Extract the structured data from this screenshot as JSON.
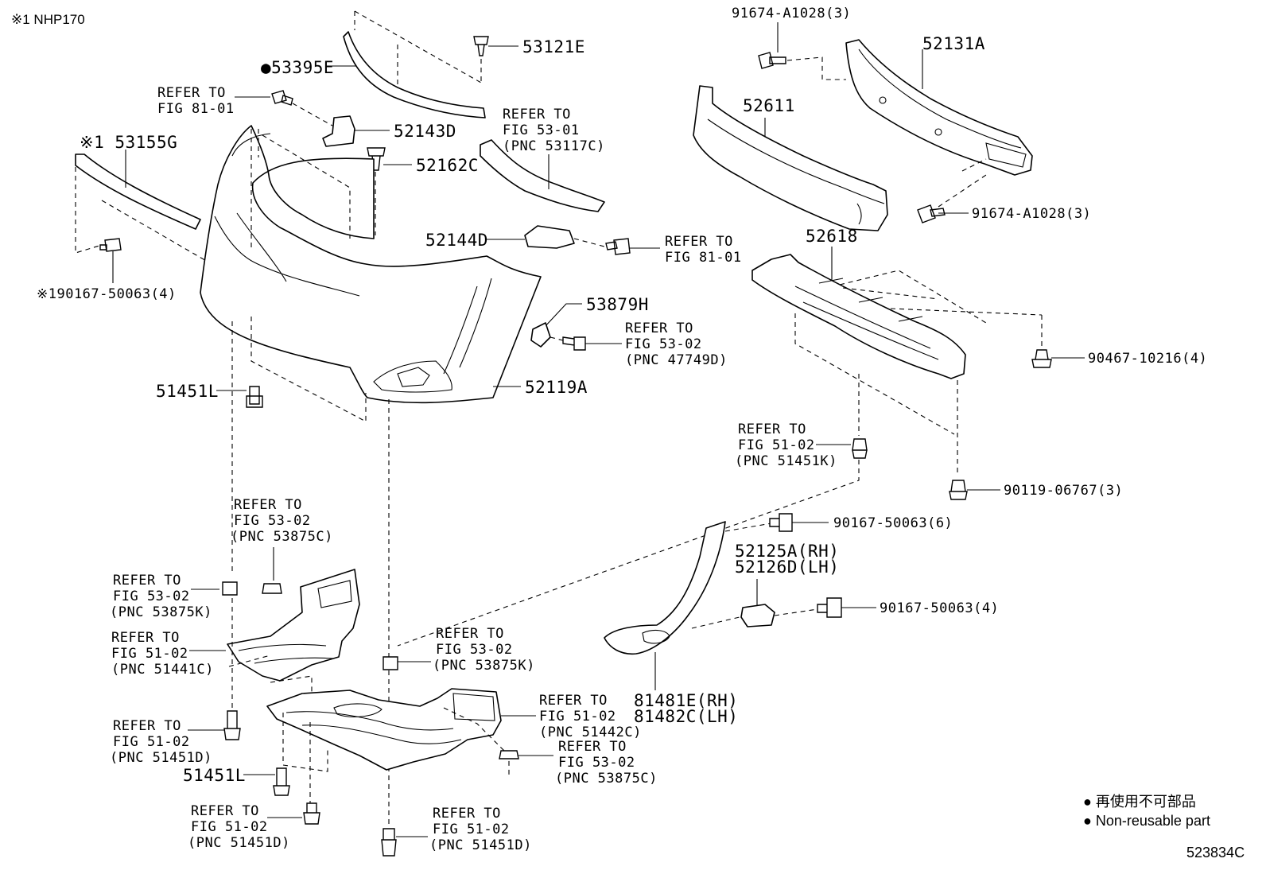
{
  "header": {
    "note": "※1 NHP170"
  },
  "labels": {
    "p53121e": "53121E",
    "p53395e": "●53395E",
    "r_fig8101_a1": "REFER TO",
    "r_fig8101_a2": "FIG 81-01",
    "p52143d": "52143D",
    "p53155g": "※1 53155G",
    "p52162c": "52162C",
    "r_fig5301_1": "REFER TO",
    "r_fig5301_2": "FIG 53-01",
    "r_fig5301_3": "(PNC 53117C)",
    "p90167_4a": "※190167-50063(4)",
    "p52144d": "52144D",
    "r_fig8101_b1": "REFER TO",
    "r_fig8101_b2": "FIG 81-01",
    "p53879h": "53879H",
    "r_47749_1": "REFER TO",
    "r_47749_2": "FIG 53-02",
    "r_47749_3": "(PNC 47749D)",
    "p51451l_a": "51451L",
    "p52119a": "52119A",
    "p91674_top": "91674-A1028(3)",
    "p52131a": "52131A",
    "p52611": "52611",
    "p91674_bot": "91674-A1028(3)",
    "p52618": "52618",
    "p90467": "90467-10216(4)",
    "r_51451k_1": "REFER TO",
    "r_51451k_2": "FIG 51-02",
    "r_51451k_3": "(PNC 51451K)",
    "p90119": "90119-06767(3)",
    "p90167_6": "90167-50063(6)",
    "p52125a": "52125A(RH)",
    "p52126d": "52126D(LH)",
    "p90167_4b": "90167-50063(4)",
    "p81481e": "81481E(RH)",
    "p81482c": "81482C(LH)",
    "r_53875c_top1": "REFER TO",
    "r_53875c_top2": "FIG 53-02",
    "r_53875c_top3": "(PNC 53875C)",
    "r_53875k_l1": "REFER TO",
    "r_53875k_l2": "FIG 53-02",
    "r_53875k_l3": "(PNC 53875K)",
    "r_51441c_1": "REFER TO",
    "r_51441c_2": "FIG 51-02",
    "r_51441c_3": "(PNC 51441C)",
    "r_53875k_m1": "REFER TO",
    "r_53875k_m2": "FIG 53-02",
    "r_53875k_m3": "(PNC 53875K)",
    "r_51442c_1": "REFER TO",
    "r_51442c_2": "FIG 51-02",
    "r_51442c_3": "(PNC 51442C)",
    "r_53875c_b1": "REFER TO",
    "r_53875c_b2": "FIG 53-02",
    "r_53875c_b3": "(PNC 53875C)",
    "r_51451d_l1": "REFER TO",
    "r_51451d_l2": "FIG 51-02",
    "r_51451d_l3": "(PNC 51451D)",
    "p51451l_b": "51451L",
    "r_51451d_b1": "REFER TO",
    "r_51451d_b2": "FIG 51-02",
    "r_51451d_b3": "(PNC 51451D)",
    "r_51451d_c1": "REFER TO",
    "r_51451d_c2": "FIG 51-02",
    "r_51451d_c3": "(PNC 51451D)"
  },
  "legend": {
    "line_jp": "● 再使用不可部品",
    "line_en": "● Non-reusable part"
  },
  "footer": {
    "figure_code": "523834C"
  }
}
